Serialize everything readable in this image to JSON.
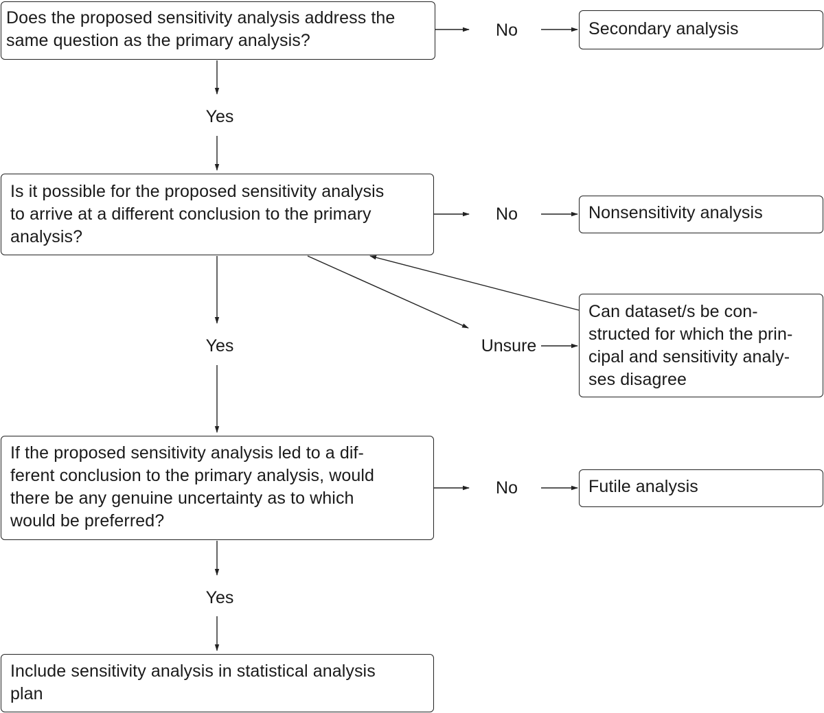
{
  "flowchart": {
    "questions": {
      "q1": "Does the proposed sensitivity analysis address the\nsame question as the primary analysis?",
      "q2": "Is it possible for the proposed sensitivity analysis\nto arrive at a different conclusion to the primary\nanalysis?",
      "q3": "If the proposed sensitivity analysis led to a dif-\nferent conclusion to the primary analysis, would\nthere be any genuine uncertainty as to which\nwould be preferred?",
      "aside": "Can dataset/s be con-\nstructed for which the prin-\ncipal and sensitivity analy-\nses disagree"
    },
    "outcomes": {
      "secondary": "Secondary analysis",
      "nonsensitivity": "Nonsensitivity analysis",
      "futile": "Futile analysis",
      "include": "Include sensitivity analysis in statistical analysis\nplan"
    },
    "labels": {
      "no": "No",
      "yes": "Yes",
      "unsure": "Unsure"
    }
  }
}
